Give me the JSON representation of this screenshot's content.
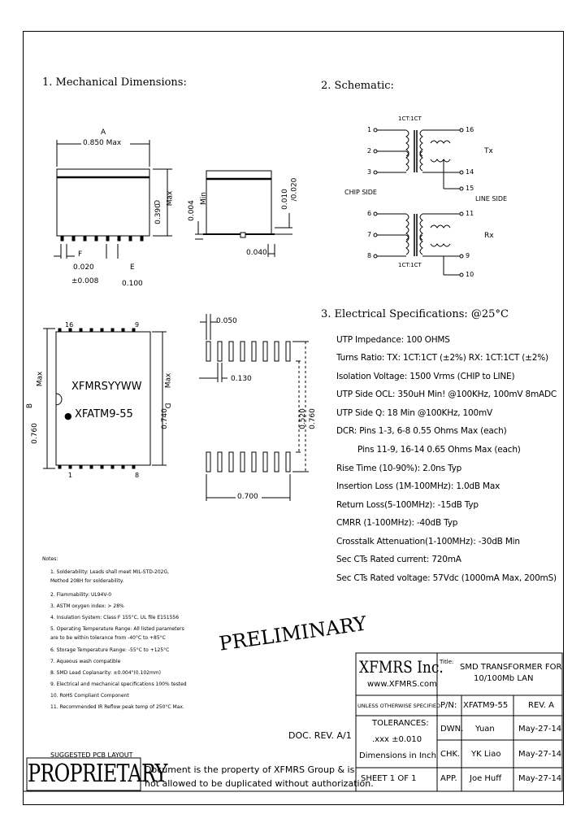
{
  "mech": {
    "title": "1. Mechanical Dimensions:",
    "dim_a": "A",
    "dim_a_value": "0.850 Max",
    "dim_c": "C",
    "dim_c_value": "0.390",
    "dim_c_max": "Max",
    "side_min_value": "0.004",
    "side_min_label": "Min",
    "side_010": "0.010",
    "side_020": "/0.020",
    "dim_f": "F",
    "f_value": "0.020",
    "f_tol": "±0.008",
    "dim_e": "E",
    "e_value": "0.100",
    "side_040": "0.040",
    "pin16": "16",
    "pin9": "9",
    "pin1": "1",
    "pin8": "8",
    "marking_line1": "XFMRSYYWW",
    "marking_line2": "XFATM9-55",
    "dim_b": "B",
    "b_value": "0.760",
    "b_max": "Max",
    "dim_d": "D",
    "d_value": "0.740",
    "d_max": "Max"
  },
  "layout_pad": {
    "v050": "0.050",
    "v130": "0.130",
    "v520": "0.520",
    "v760": "0.760",
    "v700": "0.700",
    "label": "SUGGESTED PCB LAYOUT"
  },
  "schematic": {
    "title": "2. Schematic:",
    "ratio_top": "1CT:1CT",
    "ratio_bottom": "1CT:1CT",
    "pins_left": [
      "1",
      "2",
      "3",
      "6",
      "7",
      "8"
    ],
    "pins_right": [
      "16",
      "14",
      "15",
      "11",
      "9",
      "10"
    ],
    "tx": "Tx",
    "rx": "Rx",
    "chip_side": "CHIP SIDE",
    "line_side": "LINE SIDE"
  },
  "electrical": {
    "title": "3. Electrical Specifications: @25°C",
    "specs": [
      "UTP Impedance: 100 OHMS",
      "Turns Ratio: TX: 1CT:1CT (±2%) RX: 1CT:1CT (±2%)",
      "Isolation Voltage: 1500 Vrms (CHIP to LINE)",
      "UTP Side OCL: 350uH Min! @100KHz, 100mV 8mADC",
      "UTP Side Q: 18 Min @100KHz, 100mV",
      "DCR: Pins 1-3, 6-8 0.55 Ohms Max (each)",
      "Pins 11-9, 16-14 0.65 Ohms Max (each)",
      "Rise Time (10-90%): 2.0ns Typ",
      "Insertion Loss (1M-100MHz): 1.0dB Max",
      "Return Loss(5-100MHz): -15dB Typ",
      "CMRR (1-100MHz): -40dB Typ",
      "Crosstalk Attenuation(1-100MHz): -30dB Min",
      "Sec CTs Rated current: 720mA",
      "Sec CTs Rated voltage: 57Vdc (1000mA Max, 200mS)"
    ]
  },
  "notes": {
    "title": "Notes:",
    "items": [
      "1. Solderability: Leads shall meet MIL-STD-202G,",
      "    Method 208H for solderability.",
      "2. Flammability: UL94V-0",
      "3. ASTM oxygen index: > 28%",
      "4. Insulation System: Class F 155°C, UL file E151556",
      "5. Operating Temperature Range: All listed parameters",
      "    are to be within tolerance from -40°C to +85°C",
      "6. Storage Temperature Range: -55°C to +125°C",
      "7. Aqueous wash compatible",
      "8. SMD Lead Coplanarity: ±0.004\"(0.102mm)",
      "9. Electrical and mechanical specifications 100% tested",
      "10. RoHS Compliant Component",
      "11. Recommended IR Reflow peak temp of 250°C Max."
    ]
  },
  "stamp": "PRELIMINARY",
  "doc_rev": "DOC. REV. A/1",
  "proprietary": {
    "big": "PROPRIETARY",
    "line1": "Document is the property of XFMRS Group & is",
    "line2": "not allowed to be duplicated without authorization."
  },
  "titleblock": {
    "company": "XFMRS Inc.",
    "website": "www.XFMRS.com",
    "title_label": "Title:",
    "title_line1": "SMD TRANSFORMER FOR",
    "title_line2": "10/100Mb LAN",
    "unless": "UNLESS OTHERWISE SPECIFIED",
    "pn_label": "P/N:",
    "pn": "XFATM9-55",
    "rev": "REV. A",
    "tolerances": "TOLERANCES:",
    "tol_value": ".xxx ±0.010",
    "dims_in": "Dimensions in Inch",
    "dwn_label": "DWN.",
    "dwn_name": "Yuan",
    "dwn_date": "May-27-14",
    "chk_label": "CHK.",
    "chk_name": "YK Liao",
    "chk_date": "May-27-14",
    "sheet": "SHEET 1 OF 1",
    "app_label": "APP.",
    "app_name": "Joe Huff",
    "app_date": "May-27-14"
  }
}
